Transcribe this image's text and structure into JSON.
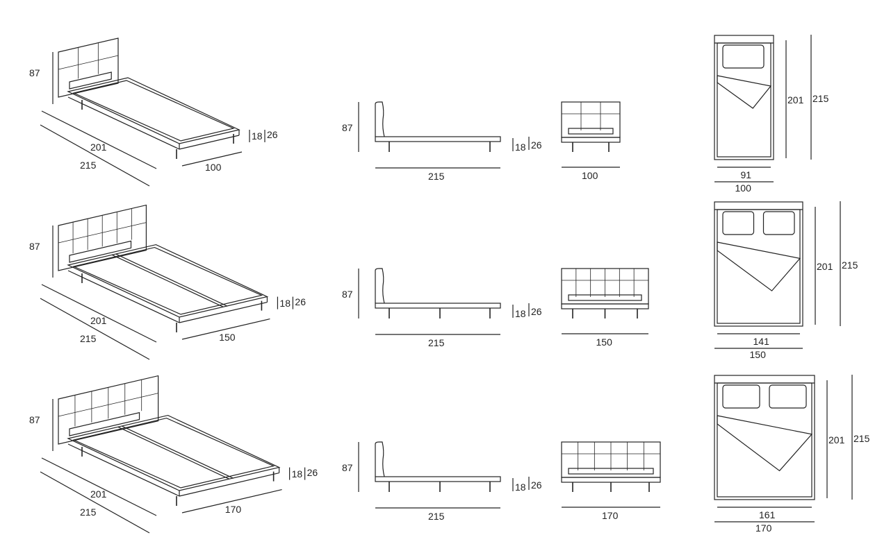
{
  "rows": [
    {
      "model": "single",
      "height": "87",
      "inner_length": "201",
      "length": "215",
      "width": "100",
      "inner_width": "91",
      "leg_height": "18",
      "frame_height": "26"
    },
    {
      "model": "double-150",
      "height": "87",
      "inner_length": "201",
      "length": "215",
      "width": "150",
      "inner_width": "141",
      "leg_height": "18",
      "frame_height": "26"
    },
    {
      "model": "double-170",
      "height": "87",
      "inner_length": "201",
      "length": "215",
      "width": "170",
      "inner_width": "161",
      "leg_height": "18",
      "frame_height": "26"
    }
  ],
  "colors": {
    "line": "#222222",
    "background": "#ffffff"
  }
}
